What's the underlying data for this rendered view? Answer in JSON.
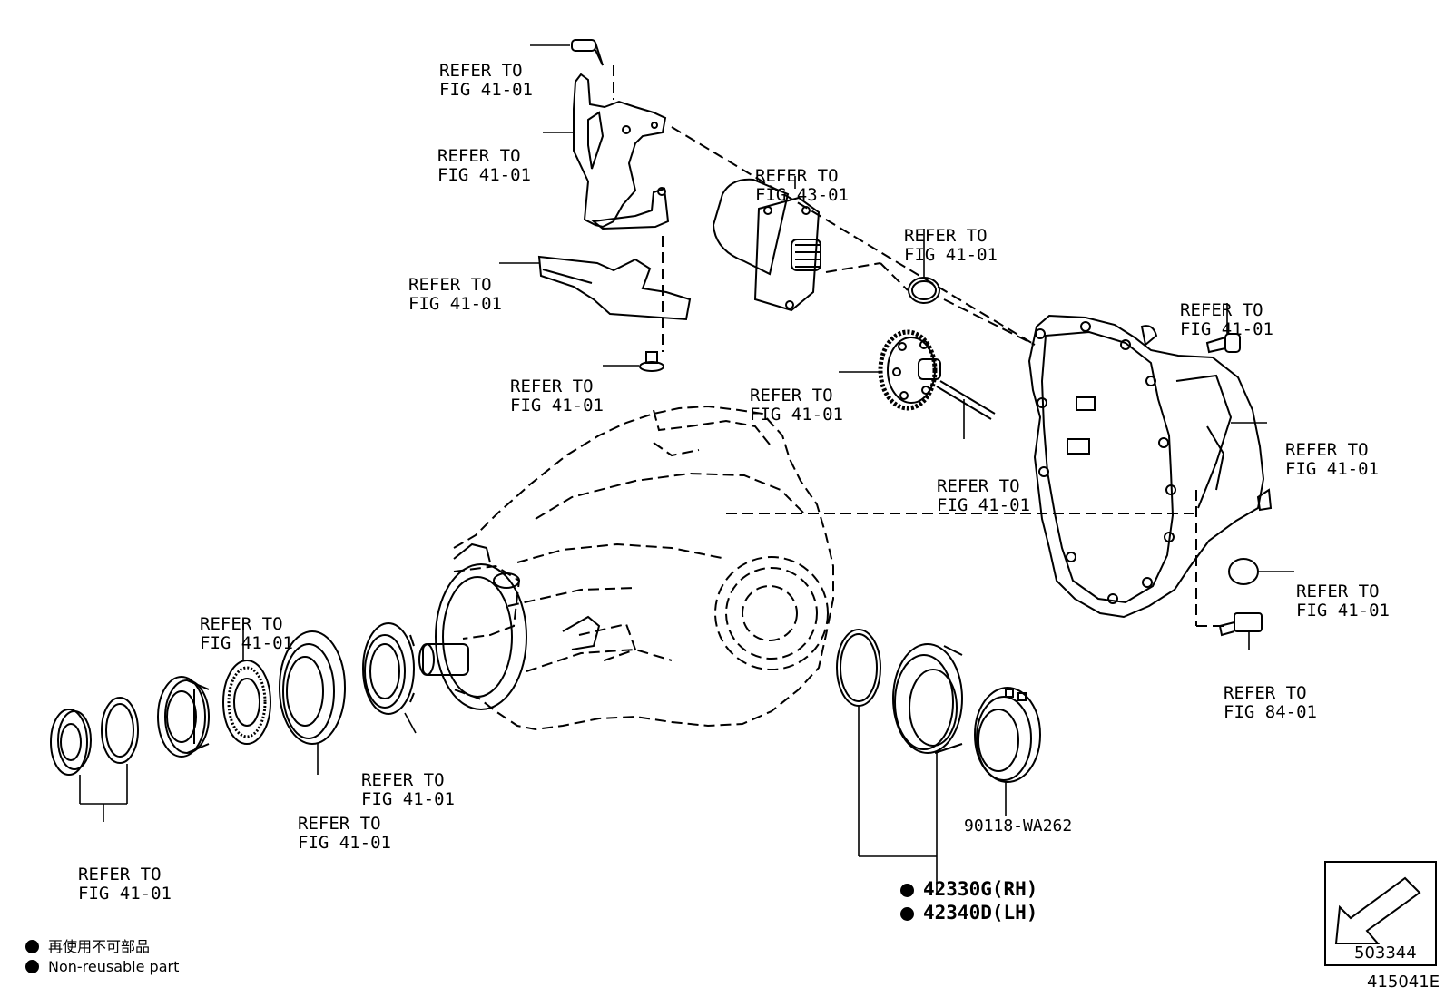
{
  "refers": [
    {
      "l1": "REFER TO",
      "l2": "FIG 41-01"
    },
    {
      "l1": "REFER TO",
      "l2": "FIG 41-01"
    },
    {
      "l1": "REFER TO",
      "l2": "FIG 41-01"
    },
    {
      "l1": "REFER TO",
      "l2": "FIG 41-01"
    },
    {
      "l1": "REFER TO",
      "l2": "FIG 43-01"
    },
    {
      "l1": "REFER TO",
      "l2": "FIG 41-01"
    },
    {
      "l1": "REFER TO",
      "l2": "FIG 41-01"
    },
    {
      "l1": "REFER TO",
      "l2": "FIG 41-01"
    },
    {
      "l1": "REFER TO",
      "l2": "FIG 41-01"
    },
    {
      "l1": "REFER TO",
      "l2": "FIG 41-01"
    },
    {
      "l1": "REFER TO",
      "l2": "FIG 41-01"
    },
    {
      "l1": "REFER TO",
      "l2": "FIG 84-01"
    },
    {
      "l1": "REFER TO",
      "l2": "FIG 41-01"
    },
    {
      "l1": "REFER TO",
      "l2": "FIG 41-01"
    },
    {
      "l1": "REFER TO",
      "l2": "FIG 41-01"
    },
    {
      "l1": "REFER TO",
      "l2": "FIG 41-01"
    }
  ],
  "parts": {
    "bolt_number": "90118-WA262",
    "seal_rh": "42330G(RH)",
    "seal_lh": "42340D(LH)"
  },
  "legend": {
    "japanese": "再使用不可部品",
    "english": "Non-reusable part"
  },
  "direction_box_code": "503344",
  "illustration_code": "415041E"
}
